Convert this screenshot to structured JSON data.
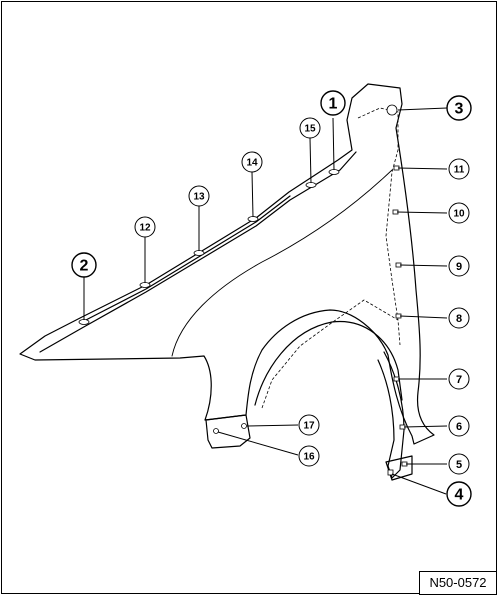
{
  "diagram": {
    "reference_code": "N50-0572",
    "callouts": [
      {
        "id": "callout-1",
        "label": "1"
      },
      {
        "id": "callout-2",
        "label": "2"
      },
      {
        "id": "callout-3",
        "label": "3"
      },
      {
        "id": "callout-4",
        "label": "4"
      },
      {
        "id": "callout-5",
        "label": "5"
      },
      {
        "id": "callout-6",
        "label": "6"
      },
      {
        "id": "callout-7",
        "label": "7"
      },
      {
        "id": "callout-8",
        "label": "8"
      },
      {
        "id": "callout-9",
        "label": "9"
      },
      {
        "id": "callout-10",
        "label": "10"
      },
      {
        "id": "callout-11",
        "label": "11"
      },
      {
        "id": "callout-12",
        "label": "12"
      },
      {
        "id": "callout-13",
        "label": "13"
      },
      {
        "id": "callout-14",
        "label": "14"
      },
      {
        "id": "callout-15",
        "label": "15"
      },
      {
        "id": "callout-16",
        "label": "16"
      },
      {
        "id": "callout-17",
        "label": "17"
      }
    ]
  }
}
